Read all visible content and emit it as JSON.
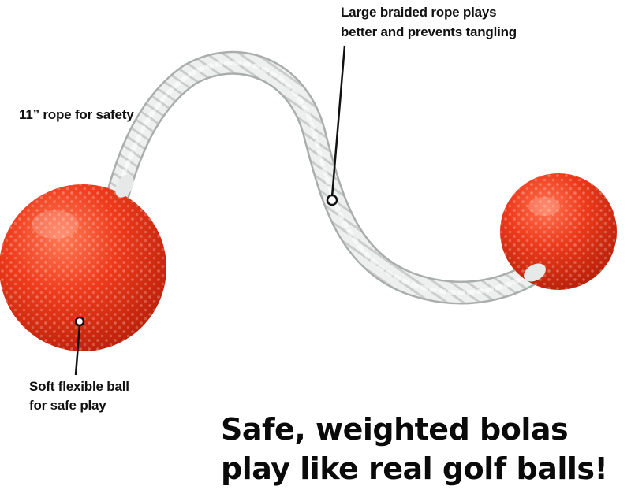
{
  "callouts": {
    "rope_length": "11” rope for safety",
    "braided_line1": "Large braided rope plays",
    "braided_line2": "better and prevents tangling",
    "ball_line1": "Soft flexible ball",
    "ball_line2": "for safe play"
  },
  "headline": {
    "line1": "Safe, weighted bolas",
    "line2": "play like real golf balls!"
  },
  "colors": {
    "ball": "#e8371a",
    "rope": "#e9ecea",
    "text": "#111111"
  }
}
